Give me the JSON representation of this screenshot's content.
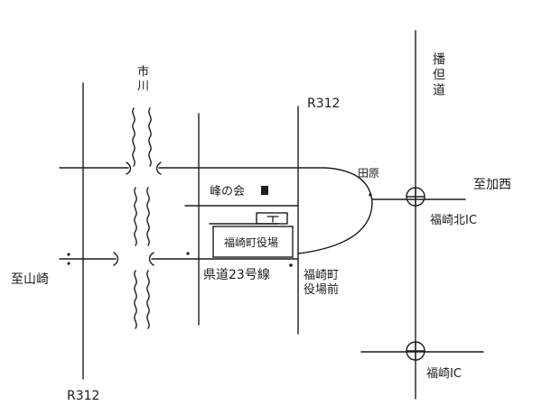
{
  "labels": {
    "route_312_top": "R312",
    "route_312_bottom": "R312",
    "river": "市川",
    "highway": "播但道",
    "intersection_tahara": "田原",
    "to_kasai": "至加西",
    "to_yamasaki": "至山崎",
    "ic_north": "福崎北IC",
    "ic_south": "福崎IC",
    "prefectural_road": "県道23号線",
    "mine_no_kai": "峰の会",
    "town_office": "福崎町役場",
    "bus_stop": "福崎町役場前"
  },
  "colors": {
    "ink": "#1c1c1c",
    "paper": "#ffffff"
  }
}
